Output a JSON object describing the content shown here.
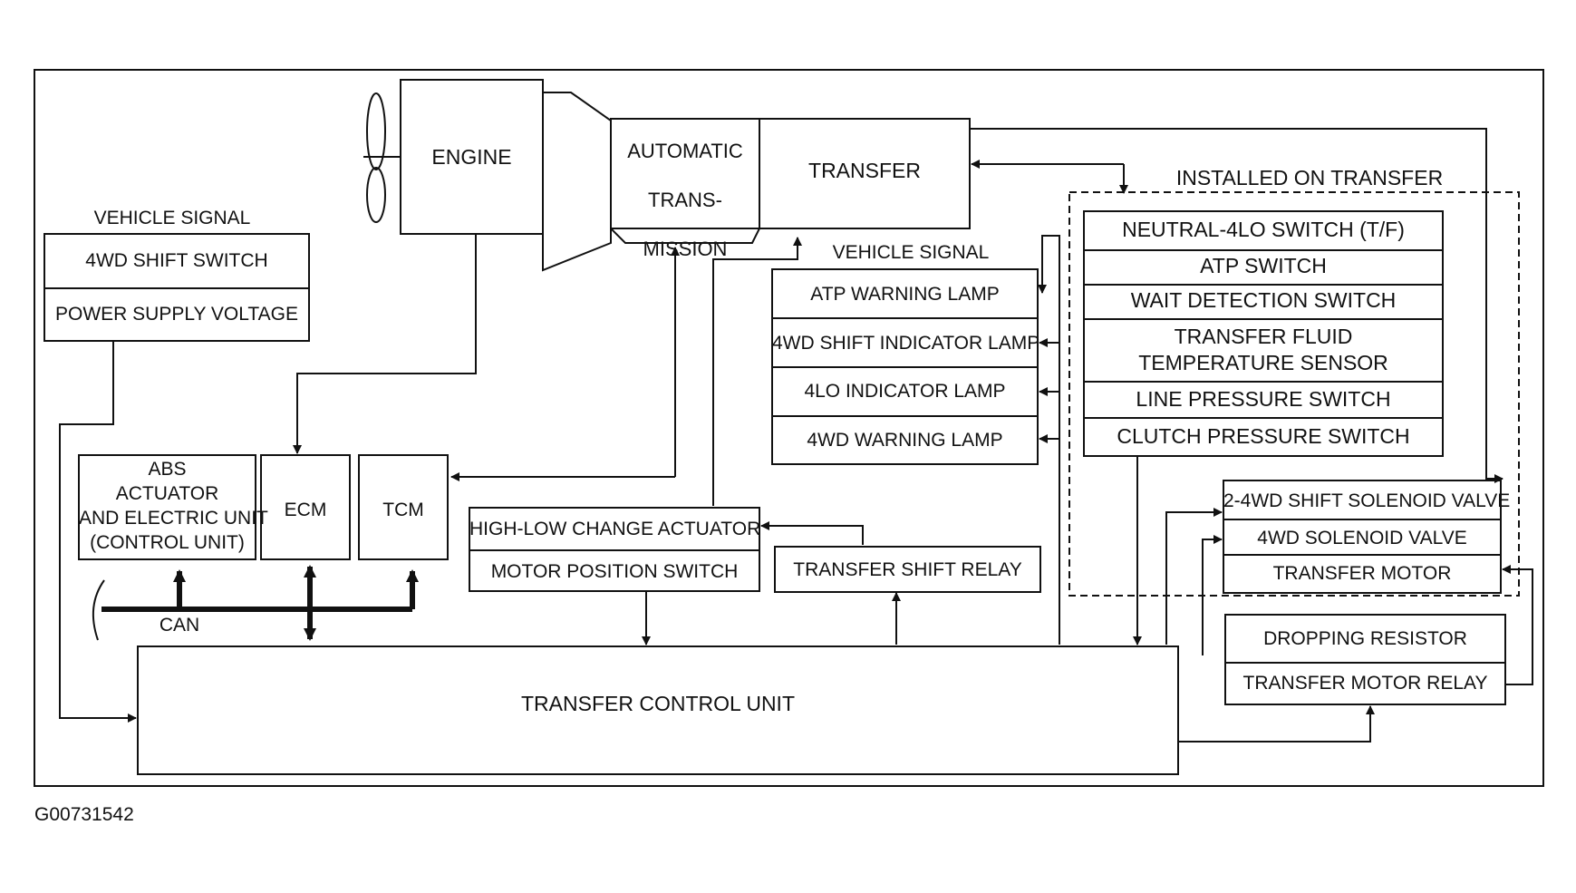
{
  "components": {
    "engine": "ENGINE",
    "automatic_transmission": [
      "AUTOMATIC",
      "TRANS-",
      "MISSION"
    ],
    "transfer": "TRANSFER",
    "abs_unit": [
      "ABS",
      "ACTUATOR",
      "AND ELECTRIC UNIT",
      "(CONTROL UNIT)"
    ],
    "ecm": "ECM",
    "tcm": "TCM",
    "transfer_control_unit": "TRANSFER CONTROL UNIT",
    "can": "CAN"
  },
  "vehicle_signal_input": {
    "header": "VEHICLE SIGNAL",
    "items": [
      "4WD SHIFT SWITCH",
      "POWER SUPPLY VOLTAGE"
    ]
  },
  "vehicle_signal_lamps": {
    "header": "VEHICLE SIGNAL",
    "items": [
      "ATP WARNING LAMP",
      "4WD SHIFT INDICATOR LAMP",
      "4LO INDICATOR LAMP",
      "4WD WARNING LAMP"
    ]
  },
  "installed_on_transfer": {
    "header": "INSTALLED ON TRANSFER",
    "switches": [
      "NEUTRAL-4LO SWITCH (T/F)",
      "ATP SWITCH",
      "WAIT DETECTION SWITCH",
      "TRANSFER FLUID",
      "TEMPERATURE SENSOR",
      "LINE PRESSURE SWITCH",
      "CLUTCH PRESSURE SWITCH"
    ],
    "valves": [
      "2-4WD SHIFT SOLENOID VALVE",
      "4WD SOLENOID VALVE",
      "TRANSFER MOTOR"
    ]
  },
  "actuator_group": [
    "HIGH-LOW CHANGE ACTUATOR",
    "MOTOR POSITION SWITCH"
  ],
  "transfer_shift_relay": "TRANSFER SHIFT RELAY",
  "motor_group": [
    "DROPPING RESISTOR",
    "TRANSFER MOTOR RELAY"
  ],
  "figure_id": "G00731542"
}
